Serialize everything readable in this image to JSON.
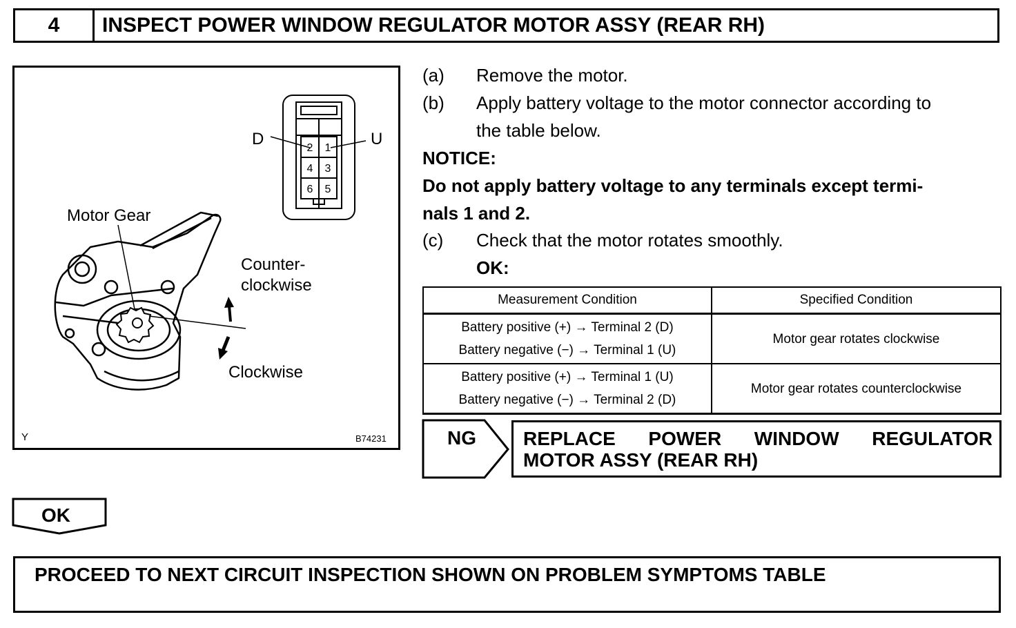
{
  "header": {
    "step_number": "4",
    "title": "INSPECT POWER WINDOW REGULATOR MOTOR ASSY (REAR RH)"
  },
  "figure": {
    "connector_labels": {
      "d": "D",
      "u": "U"
    },
    "pins": [
      "2",
      "1",
      "4",
      "3",
      "6",
      "5"
    ],
    "motor_gear_label": "Motor Gear",
    "counterclockwise_label_line1": "Counter-",
    "counterclockwise_label_line2": "clockwise",
    "clockwise_label": "Clockwise",
    "corner_code": "Y",
    "figure_id": "B74231"
  },
  "steps": {
    "a_marker": "(a)",
    "a_text": "Remove the motor.",
    "b_marker": "(b)",
    "b_text_line1": "Apply battery voltage to the motor connector according to",
    "b_text_line2": "the table below.",
    "notice_heading": "NOTICE:",
    "notice_line1": "Do not apply battery voltage to any terminals except termi-",
    "notice_line2": "nals 1 and 2.",
    "c_marker": "(c)",
    "c_text": "Check that the motor rotates smoothly.",
    "ok_label": "OK:"
  },
  "table": {
    "headers": [
      "Measurement Condition",
      "Specified Condition"
    ],
    "rows": [
      {
        "cond_line1": "Battery positive (+) → Terminal 2 (D)",
        "cond_line2": "Battery negative (−) → Terminal 1 (U)",
        "spec": "Motor gear rotates clockwise"
      },
      {
        "cond_line1": "Battery positive (+) → Terminal 1 (U)",
        "cond_line2": "Battery negative (−) → Terminal 2 (D)",
        "spec": "Motor gear rotates counterclockwise"
      }
    ]
  },
  "ng": {
    "label": "NG",
    "words_line1": [
      "REPLACE",
      "POWER",
      "WINDOW",
      "REGULATOR"
    ],
    "line2": "MOTOR ASSY (REAR RH)"
  },
  "ok": {
    "label": "OK"
  },
  "proceed": {
    "text": "PROCEED TO NEXT CIRCUIT INSPECTION SHOWN ON PROBLEM SYMPTOMS TABLE"
  }
}
